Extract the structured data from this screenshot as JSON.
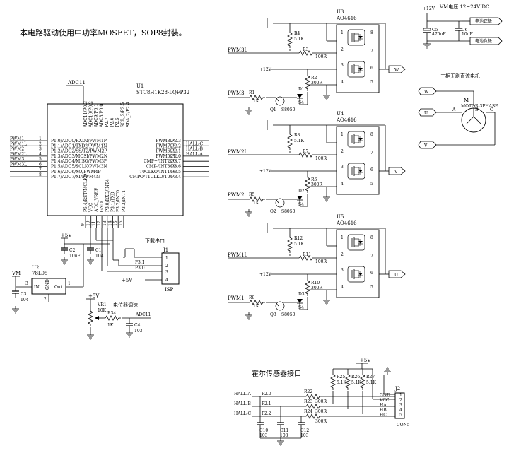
{
  "notes": {
    "title": "本电路驱动使用中功率MOSFET，SOP8封装。",
    "vm_voltage": "VM电压 12~24V DC",
    "motor_title": "三相无刷直流电机",
    "download_port": "下载串口",
    "pot_adjust": "电位器调速",
    "hall_interface": "霍尔传感器接口"
  },
  "mcu": {
    "ref": "U1",
    "part": "STC8H1K28-LQFP32",
    "adc_net": "ADC11",
    "left_pins": [
      {
        "net": "PWM1",
        "num": "1",
        "name": "P1.0/ADC0/RXD2/PWM1P"
      },
      {
        "net": "PWM1L",
        "num": "2",
        "name": "P1.1/ADC1/TXD2/PWM1N"
      },
      {
        "net": "PWM2",
        "num": "3",
        "name": "P1.2/ADC2/SS/T2/PWM2P"
      },
      {
        "net": "PWM2L",
        "num": "4",
        "name": "P1.3/ADC3/MOSI/PWM2N"
      },
      {
        "net": "PWM3",
        "num": "5",
        "name": "P1.4/ADC4/MISO/PWM3P"
      },
      {
        "net": "PWM3L",
        "num": "6",
        "name": "P1.5/ADC5/SCLK/PWM3N"
      },
      {
        "net": "",
        "num": "7",
        "name": "P1.6/ADC6/XO/PWM4P"
      },
      {
        "net": "",
        "num": "8",
        "name": "P1.7/ADC7/XI/PWM4N"
      }
    ],
    "right_pins": [
      {
        "net": "",
        "num": "24",
        "name": "PWM8/P2.3"
      },
      {
        "net": "HALL-C",
        "num": "23",
        "name": "PWM7/P2.2"
      },
      {
        "net": "HALL-B",
        "num": "22",
        "name": "PWM6/P2.1"
      },
      {
        "net": "HALL-A",
        "num": "21",
        "name": "PWM5/P2.0"
      },
      {
        "net": "",
        "num": "20",
        "name": "CMP+/INT2/P3.7"
      },
      {
        "net": "",
        "num": "19",
        "name": "CMP-/INT3/P3.6"
      },
      {
        "net": "",
        "num": "18",
        "name": "T0CLKO/INT1/P3.5"
      },
      {
        "net": "",
        "num": "17",
        "name": "CMPO/T1CLKO/T0/P3.4"
      }
    ],
    "top_pins": [
      "ADC11/P0.3",
      "ADC10/P0.2",
      "ADC9/P0.1",
      "ADC8/P0.0",
      "P2.7",
      "P2.6",
      "P2.5",
      "SCL_2/P2.5",
      "SDA_2/P2.4"
    ],
    "bottom_pins": [
      "P5.4/RST/MCLKO",
      "VCC",
      "ADC_VREF",
      "GND",
      "P3.0/RXD/INT4",
      "P3.1/TXD",
      "P3.2/INT0",
      "P3.3/INT1"
    ],
    "bottom_nums": [
      "9",
      "10",
      "11",
      "12",
      "13",
      "14",
      "15",
      "16"
    ]
  },
  "power_left": {
    "vcc": "+5V",
    "c2": {
      "ref": "C2",
      "val": "10uF"
    },
    "c1": {
      "ref": "C1",
      "val": "104"
    },
    "vm": "VM",
    "u2": {
      "ref": "U2",
      "part": "78L05",
      "in": "IN",
      "out": "Out",
      "gnd": "GND",
      "p1": "1",
      "p2": "2",
      "p3": "3"
    },
    "c3": {
      "ref": "C3",
      "val": "104"
    }
  },
  "isp": {
    "ref": "J1",
    "label": "ISP",
    "nets": [
      "P3.1",
      "P3.0",
      "+5V"
    ],
    "pins": [
      "1",
      "2",
      "3",
      "4"
    ]
  },
  "pot": {
    "vcc": "+5V",
    "vr": {
      "ref": "VR1",
      "val": "10K"
    },
    "r": {
      "ref": "R34",
      "val": "1K"
    },
    "net": "ADC11",
    "c": {
      "ref": "C4",
      "val": "103"
    }
  },
  "bridges": [
    {
      "u": "U3",
      "part": "AO4616",
      "rtop": {
        "ref": "R4",
        "val": "5.1K"
      },
      "rg": {
        "ref": "R3",
        "val": "100R"
      },
      "rgl": {
        "ref": "R2",
        "val": "300R"
      },
      "rb": {
        "ref": "R1",
        "val": "1K"
      },
      "d": "D1",
      "q": {
        "ref": "Q1",
        "part": "S8050"
      },
      "s": "S4",
      "pwmh": "PWM3L",
      "pwml": "PWM3",
      "vcc": "+12V",
      "out": "W"
    },
    {
      "u": "U4",
      "part": "AO4616",
      "rtop": {
        "ref": "R8",
        "val": "5.1K"
      },
      "rg": {
        "ref": "R7",
        "val": "100R"
      },
      "rgl": {
        "ref": "R6",
        "val": "300R"
      },
      "rb": {
        "ref": "R5",
        "val": "1K"
      },
      "d": "D2",
      "q": {
        "ref": "Q2",
        "part": "S8050"
      },
      "s": "S4",
      "pwmh": "PWM2L",
      "pwml": "PWM2",
      "vcc": "+12V",
      "out": "V"
    },
    {
      "u": "U5",
      "part": "AO4616",
      "rtop": {
        "ref": "R12",
        "val": "5.1K"
      },
      "rg": {
        "ref": "R11",
        "val": "100R"
      },
      "rgl": {
        "ref": "R10",
        "val": "300R"
      },
      "rb": {
        "ref": "R9",
        "val": "1K"
      },
      "d": "D3",
      "q": {
        "ref": "Q3",
        "part": "S8050"
      },
      "s": "S4",
      "pwmh": "PWM1L",
      "pwml": "PWM1",
      "vcc": "+12V",
      "out": "U"
    }
  ],
  "supply": {
    "vcc": "+12V",
    "c5": {
      "ref": "C5",
      "val": "470uF"
    },
    "c6": {
      "ref": "C6",
      "val": "10uF"
    },
    "bat_pos": "电池正极",
    "bat_neg": "电池负极"
  },
  "motor": {
    "ref": "M",
    "part": "MOTOR-3PHASE",
    "phases": [
      "W",
      "U",
      "V"
    ],
    "labels": [
      "A",
      "B",
      "C"
    ]
  },
  "hall": {
    "vcc": "+5V",
    "pullups": [
      {
        "ref": "R25",
        "val": "5.1K"
      },
      {
        "ref": "R26",
        "val": "5.1K"
      },
      {
        "ref": "R27",
        "val": "5.1K"
      }
    ],
    "inputs": [
      {
        "net": "HALL-A",
        "pin": "P2.0",
        "r": "R22",
        "val": "300R"
      },
      {
        "net": "HALL-B",
        "pin": "P2.1",
        "r": "R23",
        "val": "300R"
      },
      {
        "net": "HALL-C",
        "pin": "P2.2",
        "r": "R24",
        "val": "300R"
      }
    ],
    "caps": [
      {
        "ref": "C10",
        "val": "103"
      },
      {
        "ref": "C11",
        "val": "103"
      },
      {
        "ref": "C12",
        "val": "103"
      }
    ],
    "conn": {
      "ref": "J2",
      "label": "CON5",
      "pins": [
        "GND",
        "VCC",
        "HA",
        "HB",
        "HC"
      ],
      "nums": [
        "1",
        "2",
        "3",
        "4",
        "5"
      ]
    }
  }
}
